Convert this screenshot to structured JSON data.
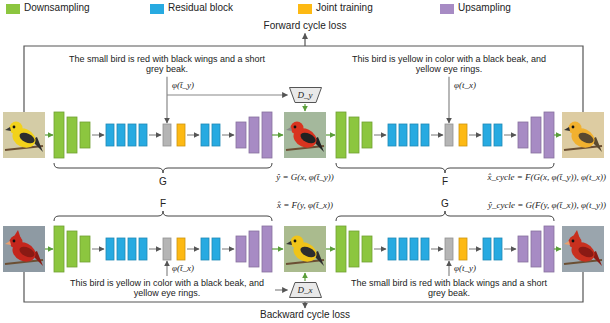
{
  "diagram": {
    "nodes": [
      {
        "text": [
          "D_y"
        ]
      },
      {
        "text": [
          "D_x"
        ]
      }
    ],
    "labels": [
      "Forward cycle loss",
      "The small bird is red with black wings and a short grey beak.",
      "φ(t̄_y)",
      "This bird is yellow in color with a black beak, and yellow eye rings.",
      "φ(t_x)",
      "ŷ = G(x, φ(t̄_y))",
      "G",
      "F",
      "x̂_cycle = F(G(x, φ(t̄_y)), φ(t_x))",
      "F",
      "G",
      "x̂ = F(y, φ(t̄_x))",
      "ŷ_cycle = G(F(y, φ(t̄_x)), φ(t_y))",
      "φ(t̄_x)",
      "This bird is yellow in color with a black beak, and yellow eye rings.",
      "φ(t_y)",
      "The small bird is red with black wings and a short grey beak.",
      "Backward cycle loss"
    ],
    "legend": [
      {
        "text": "Downsampling",
        "color": "#8cc63f"
      },
      {
        "text": "Residual block",
        "color": "#27aae1"
      },
      {
        "text": "Joint training",
        "color": "#fdb913"
      },
      {
        "text": "Upsampling",
        "color": "#a78bc4"
      }
    ]
  }
}
